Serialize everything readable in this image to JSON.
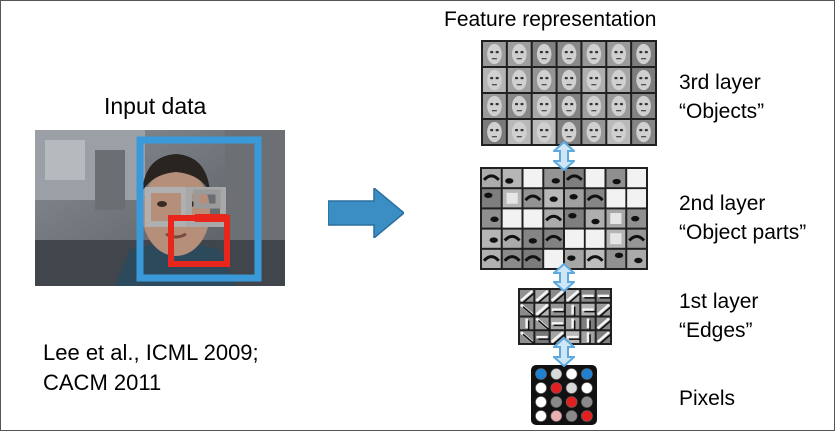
{
  "input_title": "Input data",
  "feature_title": "Feature representation",
  "citation": "Lee et al., ICML 2009;\nCACM 2011",
  "layers": {
    "third": {
      "label": "3rd layer\n“Objects”",
      "rows": 4,
      "cols": 7
    },
    "second": {
      "label": "2nd layer\n“Object parts”",
      "rows": 5,
      "cols": 8
    },
    "first": {
      "label": "1st layer\n“Edges”",
      "rows": 4,
      "cols": 6
    },
    "pixels": {
      "label": "Pixels",
      "rows": 4,
      "cols": 4
    }
  },
  "colors": {
    "face_box": "#3a9ad9",
    "part_boxes": "#a8a8a8",
    "mouth_box": "#e8261c",
    "arrow_fill": "#3b8ec4",
    "double_arrow": "#5ea9dd"
  },
  "pixel_cells": [
    "#1f7fd1",
    "#d8d8d8",
    "#ffffff",
    "#1f7fd1",
    "#ffffff",
    "#e02020",
    "#d8d8d8",
    "#ffffff",
    "#ffffff",
    "#8a8a8a",
    "#e02020",
    "#8a8a8a",
    "#ffffff",
    "#e8b0b0",
    "#8a8a8a",
    "#e02020"
  ]
}
